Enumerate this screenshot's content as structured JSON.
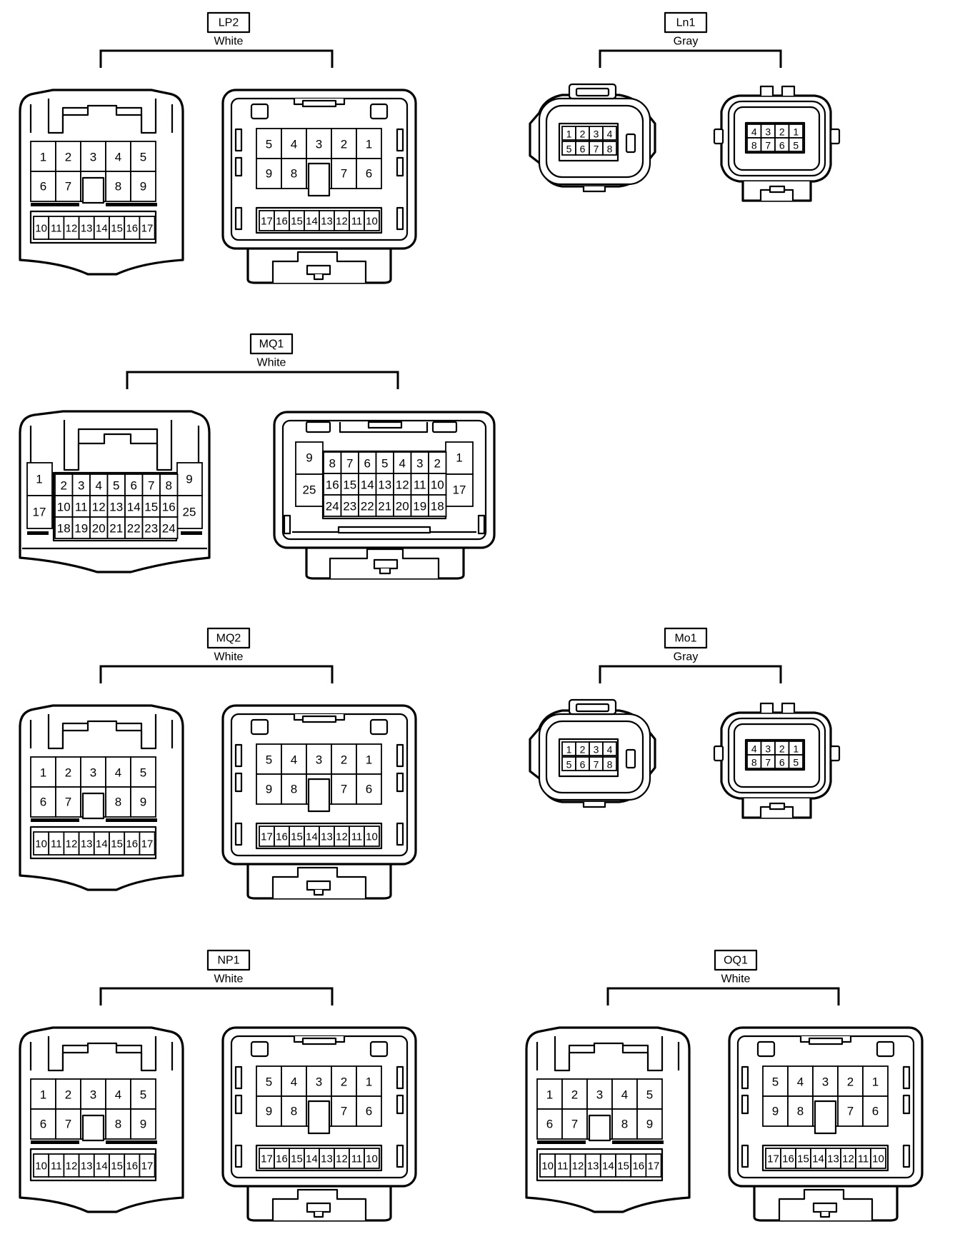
{
  "connectors": [
    {
      "id": "LP2",
      "color": "White",
      "type": "white17"
    },
    {
      "id": "Ln1",
      "color": "Gray",
      "type": "gray8"
    },
    {
      "id": "MQ1",
      "color": "White",
      "type": "white25"
    },
    {
      "id": "MQ2",
      "color": "White",
      "type": "white17"
    },
    {
      "id": "Mo1",
      "color": "Gray",
      "type": "gray8"
    },
    {
      "id": "NP1",
      "color": "White",
      "type": "white17"
    },
    {
      "id": "OQ1",
      "color": "White",
      "type": "white17"
    }
  ],
  "pinouts": {
    "white17": {
      "female_row1": [
        "1",
        "2",
        "3",
        "4",
        "5"
      ],
      "female_row2": [
        "6",
        "7",
        "8",
        "9"
      ],
      "female_row3": [
        "10",
        "11",
        "12",
        "13",
        "14",
        "15",
        "16",
        "17"
      ],
      "male_row1": [
        "5",
        "4",
        "3",
        "2",
        "1"
      ],
      "male_row2": [
        "9",
        "8",
        "7",
        "6"
      ],
      "male_row3": [
        "17",
        "16",
        "15",
        "14",
        "13",
        "12",
        "11",
        "10"
      ]
    },
    "gray8": {
      "female_row1": [
        "1",
        "2",
        "3",
        "4"
      ],
      "female_row2": [
        "5",
        "6",
        "7",
        "8"
      ],
      "male_row1": [
        "4",
        "3",
        "2",
        "1"
      ],
      "male_row2": [
        "8",
        "7",
        "6",
        "5"
      ]
    },
    "white25": {
      "female_left": [
        "1",
        "17"
      ],
      "female_row1": [
        "2",
        "3",
        "4",
        "5",
        "6",
        "7",
        "8"
      ],
      "female_row2": [
        "10",
        "11",
        "12",
        "13",
        "14",
        "15",
        "16"
      ],
      "female_row3": [
        "18",
        "19",
        "20",
        "21",
        "22",
        "23",
        "24"
      ],
      "female_right": [
        "9",
        "25"
      ],
      "male_left": [
        "9",
        "25"
      ],
      "male_row1": [
        "8",
        "7",
        "6",
        "5",
        "4",
        "3",
        "2"
      ],
      "male_row2": [
        "16",
        "15",
        "14",
        "13",
        "12",
        "11",
        "10"
      ],
      "male_row3": [
        "24",
        "23",
        "22",
        "21",
        "20",
        "19",
        "18"
      ],
      "male_right": [
        "1",
        "17"
      ]
    }
  }
}
